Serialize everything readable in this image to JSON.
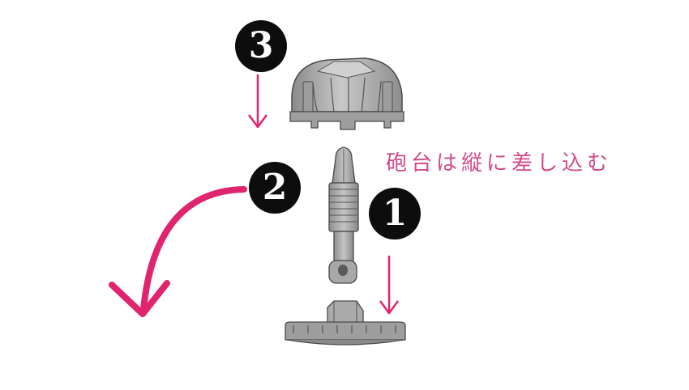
{
  "steps": [
    {
      "number": "1"
    },
    {
      "number": "2"
    },
    {
      "number": "3"
    }
  ],
  "instruction": {
    "text": "砲台は縦に差し込む"
  },
  "colors": {
    "accent_pink": "#e0246e",
    "text_pink": "#d24a8a",
    "part_gray": "#a3a3a3",
    "part_dark": "#4a4a4a",
    "badge_black": "#0d0d0d"
  },
  "icons": {
    "step_badge": "filled-circle-number",
    "rotate_arrow": "curved-arrow-down-left",
    "insert_arrow": "straight-arrow-down"
  }
}
